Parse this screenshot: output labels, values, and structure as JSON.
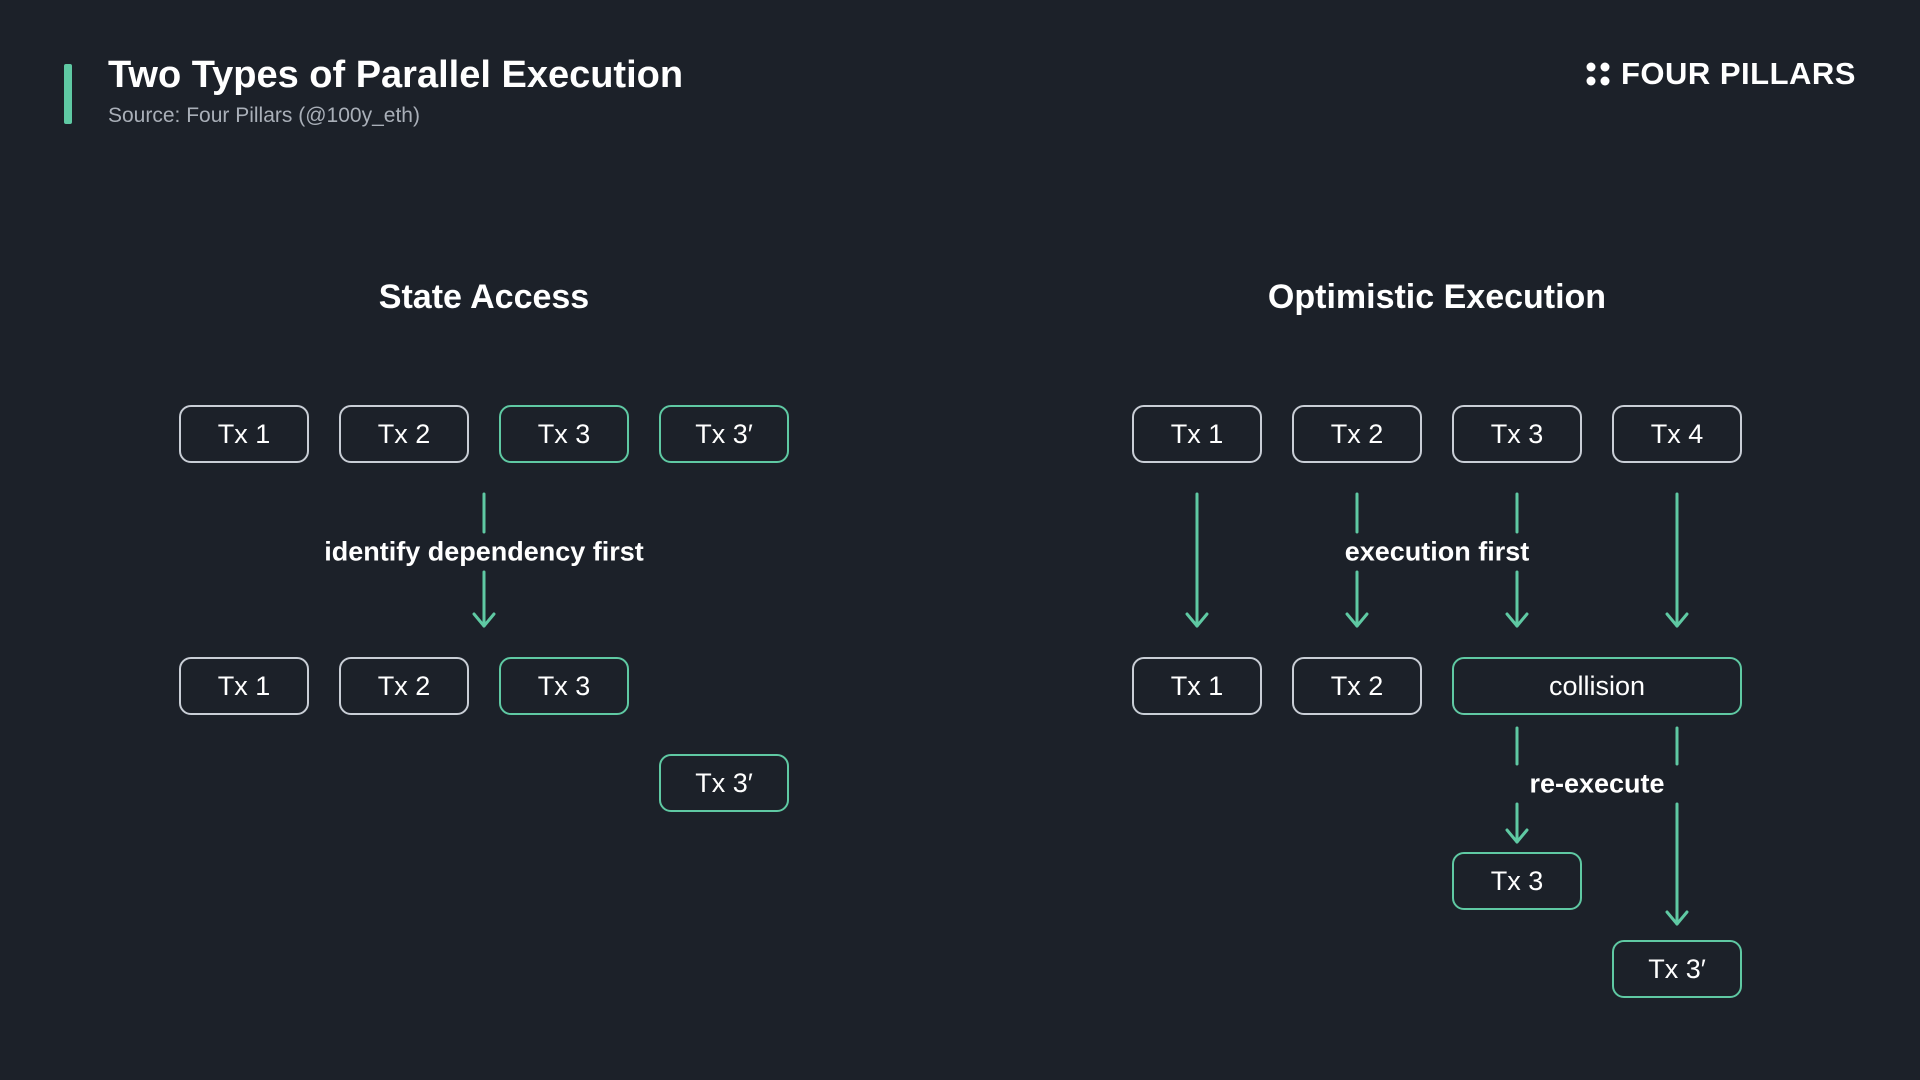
{
  "header": {
    "title": "Two Types of Parallel Execution",
    "subtitle": "Source: Four Pillars (@100y_eth)",
    "logo_text": "FOUR PILLARS"
  },
  "colors": {
    "background": "#1c2129",
    "accent": "#5fc9a3",
    "box_border": "#c9ced6",
    "text": "#ffffff",
    "muted_text": "#a9afb8"
  },
  "state_access": {
    "title": "State Access",
    "top_row": [
      "Tx 1",
      "Tx 2",
      "Tx 3",
      "Tx 3′"
    ],
    "step_label": "identify dependency first",
    "result_row": [
      "Tx 1",
      "Tx 2",
      "Tx 3"
    ],
    "deferred": "Tx 3′"
  },
  "optimistic_execution": {
    "title": "Optimistic Execution",
    "top_row": [
      "Tx 1",
      "Tx 2",
      "Tx 3",
      "Tx 4"
    ],
    "step_label": "execution first",
    "result_row": [
      "Tx 1",
      "Tx 2"
    ],
    "collision": "collision",
    "reexecute_label": "re-execute",
    "reexecuted": [
      "Tx 3",
      "Tx 3′"
    ]
  }
}
